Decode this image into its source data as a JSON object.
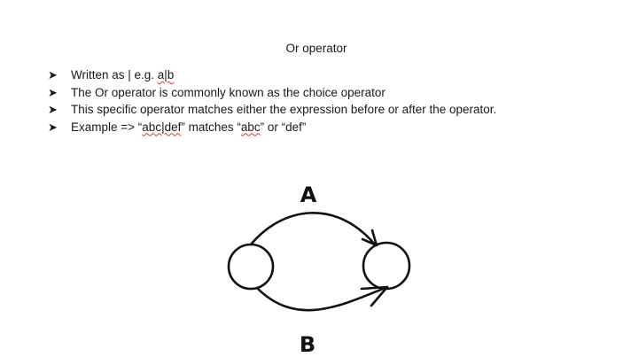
{
  "title": "Or operator",
  "bullet_icon": "arrowhead-bullet-icon",
  "bullets": [
    {
      "parts": [
        "Written as | e.g. ",
        "a|b",
        ""
      ]
    },
    {
      "parts": [
        "The Or operator is commonly known as the choice operator",
        "",
        ""
      ]
    },
    {
      "parts": [
        "This specific operator matches either the expression before or after the operator.",
        "",
        ""
      ]
    },
    {
      "parts": [
        "Example => “",
        "abc|def",
        "” matches “",
        "abc",
        "” or “def”"
      ]
    }
  ],
  "diagram": {
    "label_top": "A",
    "label_bottom": "B",
    "ink_color": "#111111"
  },
  "spellcheck_color": "#d33333"
}
